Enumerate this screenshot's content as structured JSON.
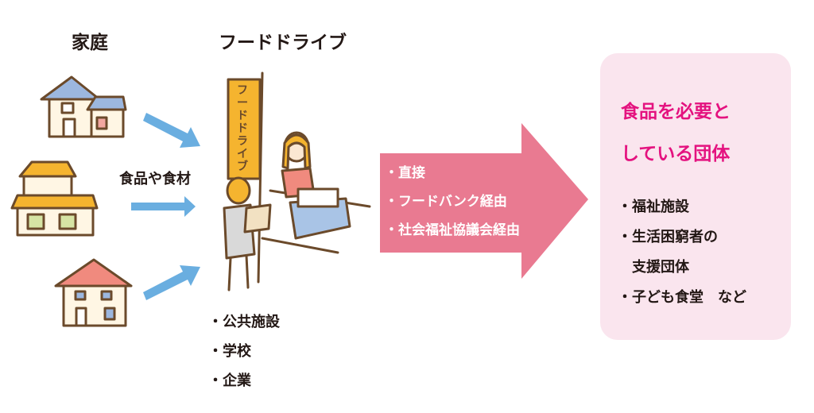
{
  "headers": {
    "home": "家庭",
    "food_drive": "フードドライブ"
  },
  "flow_label": "食品や食材",
  "banner_text": "フードドライブ",
  "food_drive_places": [
    "・公共施設",
    "・学校",
    "・企業"
  ],
  "routes": [
    "・直接",
    "・フードバンク経由",
    "・社会福祉協議会経由"
  ],
  "recipients": {
    "title_lines": [
      "食品を必要と",
      "している団体"
    ],
    "items": [
      "・福祉施設",
      "・生活困窮者の",
      "　支援団体",
      "・子ども食堂　など"
    ]
  },
  "colors": {
    "arrow_pink": "#e97a91",
    "box_bg": "#fae5ee",
    "title": "#e4127f",
    "blue_arrow": "#6aaee0"
  }
}
